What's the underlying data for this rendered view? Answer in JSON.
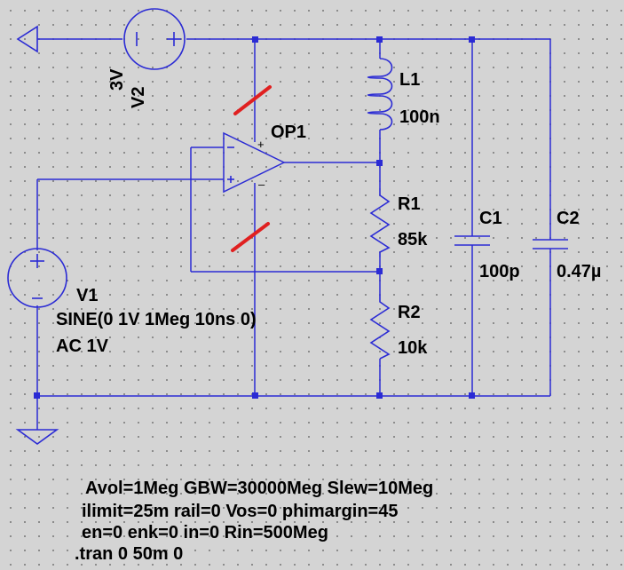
{
  "components": {
    "v2": {
      "name": "V2",
      "value": "3V"
    },
    "op1": {
      "name": "OP1"
    },
    "l1": {
      "name": "L1",
      "value": "100n"
    },
    "r1": {
      "name": "R1",
      "value": "85k"
    },
    "r2": {
      "name": "R2",
      "value": "10k"
    },
    "c1": {
      "name": "C1",
      "value": "100p"
    },
    "c2": {
      "name": "C2",
      "value": "0.47µ"
    },
    "v1": {
      "name": "V1",
      "line1": "SINE(0 1V 1Meg 10ns 0)",
      "line2": "AC 1V"
    }
  },
  "directives": [
    "Avol=1Meg GBW=30000Meg Slew=10Meg",
    "ilimit=25m rail=0 Vos=0 phimargin=45",
    "en=0 enk=0 in=0 Rin=500Meg",
    ".tran 0 50m 0"
  ],
  "colors": {
    "wire": "#2b2bd4",
    "marker": "#e02020",
    "background": "#d4d4d4"
  }
}
